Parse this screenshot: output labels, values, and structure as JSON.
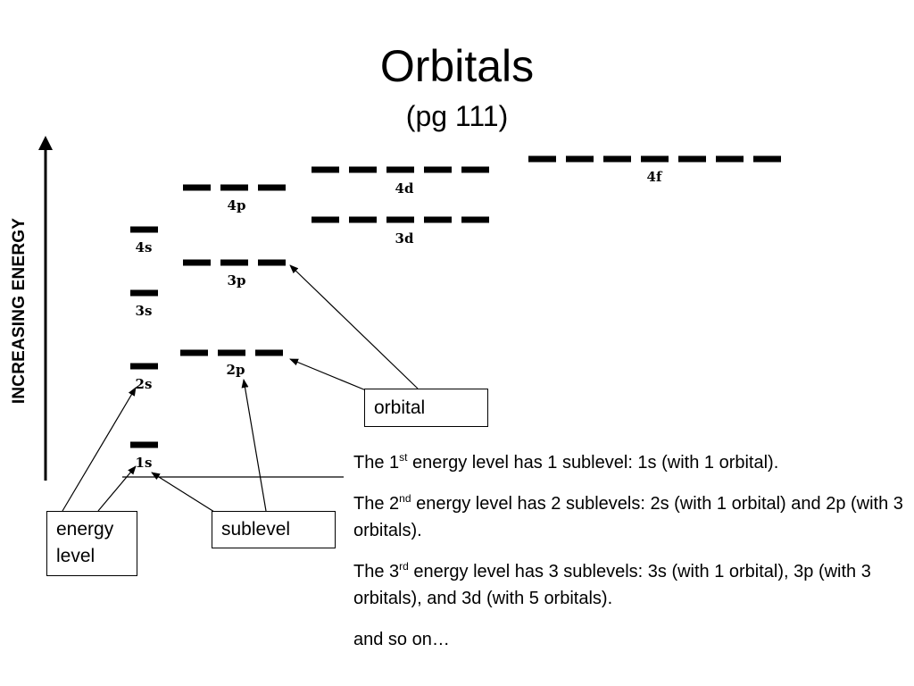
{
  "title": "Orbitals",
  "subtitle": "(pg 111)",
  "axis_label": "INCREASING ENERGY",
  "sublevels": [
    {
      "label": "1s",
      "orbitals": 1
    },
    {
      "label": "2s",
      "orbitals": 1
    },
    {
      "label": "2p",
      "orbitals": 3
    },
    {
      "label": "3s",
      "orbitals": 1
    },
    {
      "label": "3p",
      "orbitals": 3
    },
    {
      "label": "3d",
      "orbitals": 5
    },
    {
      "label": "4s",
      "orbitals": 1
    },
    {
      "label": "4p",
      "orbitals": 3
    },
    {
      "label": "4d",
      "orbitals": 5
    },
    {
      "label": "4f",
      "orbitals": 7
    }
  ],
  "callouts": {
    "orbital": "orbital",
    "energy_level_line1": "energy",
    "energy_level_line2": "level",
    "sublevel": "sublevel"
  },
  "notes": [
    {
      "pre": "The 1",
      "sup": "st",
      "post": " energy level has 1 sublevel: 1s (with 1 orbital)."
    },
    {
      "pre": "The 2",
      "sup": "nd",
      "post": " energy level has 2 sublevels: 2s (with 1 orbital) and 2p (with 3 orbitals)."
    },
    {
      "pre": "The 3",
      "sup": "rd",
      "post": " energy level has 3 sublevels: 3s (with 1 orbital), 3p (with 3 orbitals), and 3d (with 5 orbitals)."
    },
    {
      "pre": "and so on…",
      "sup": "",
      "post": ""
    }
  ]
}
